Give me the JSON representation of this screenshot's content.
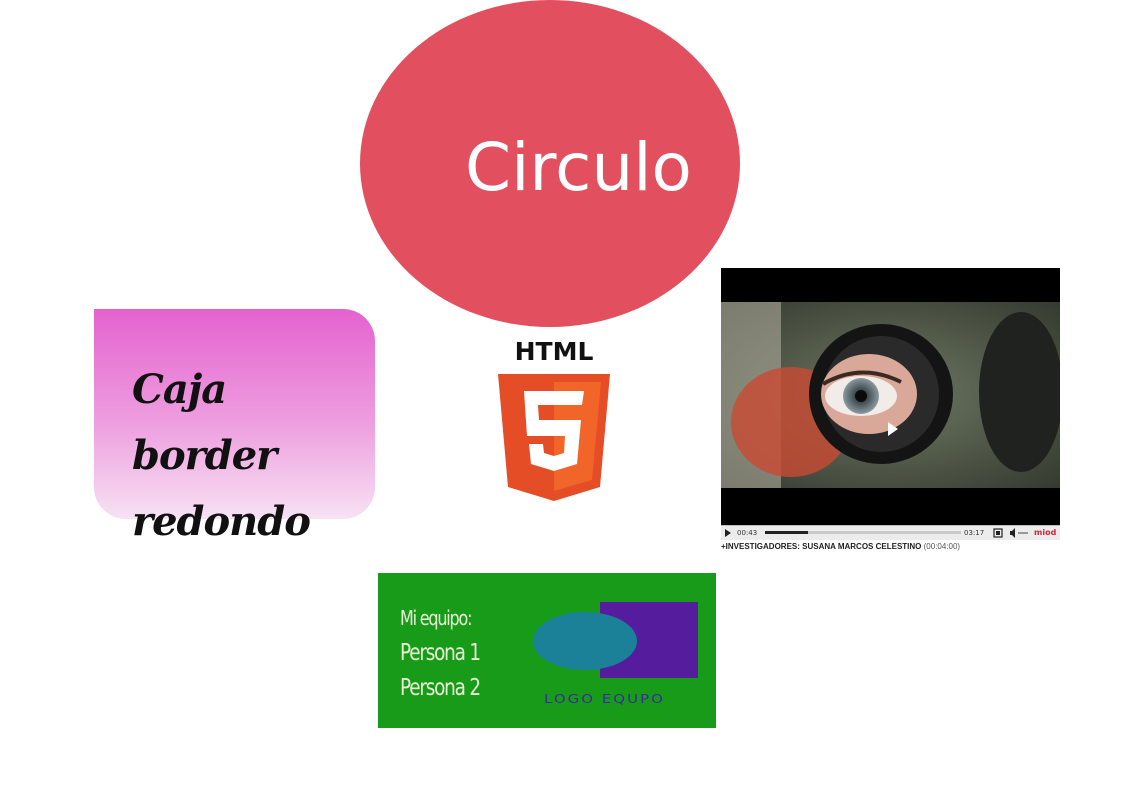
{
  "circle": {
    "label": "Circulo",
    "color": "#e24f5f"
  },
  "rounded_box": {
    "line1": "Caja border",
    "line2": "redondo",
    "gradient": [
      "#e462cf",
      "#f7e2f3"
    ]
  },
  "html5": {
    "label": "HTML",
    "digit": "5",
    "colors": [
      "#e44d26",
      "#f16529"
    ]
  },
  "video": {
    "time_current": "00:43",
    "time_total": "03:17",
    "progress": 0.22,
    "brand": "miod",
    "caption": "+INVESTIGADORES: SUSANA MARCOS CELESTINO",
    "caption_duration": "(00:04:00)",
    "icons": [
      "play-icon",
      "fullscreen-icon",
      "volume-icon"
    ]
  },
  "team": {
    "line1": "Mi equipo:",
    "line2": "Persona 1",
    "line3": "Persona 2",
    "logo_label": "LOGO EQUPO",
    "background": "#199b1a"
  }
}
